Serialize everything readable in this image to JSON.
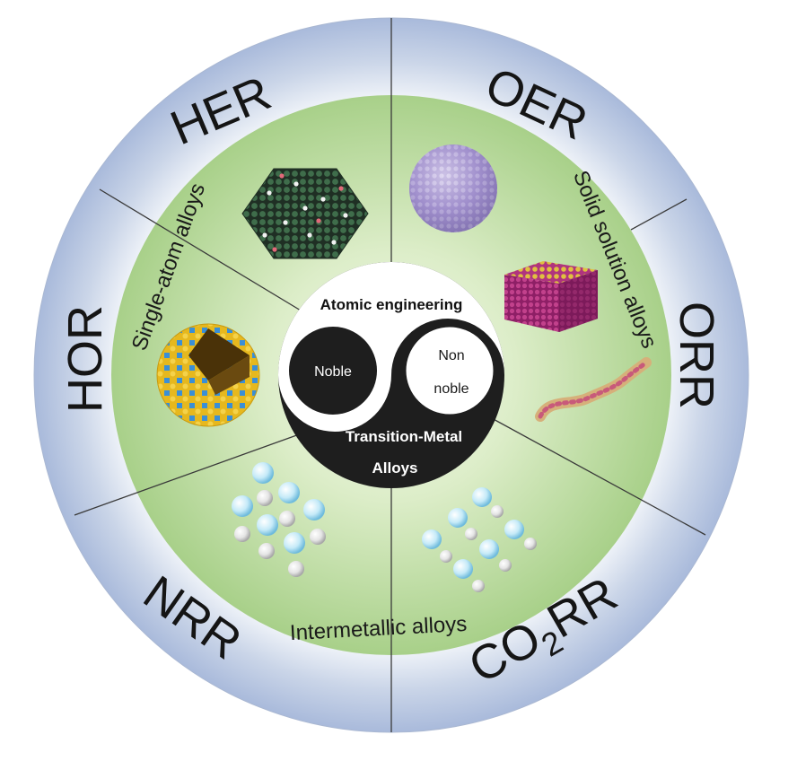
{
  "center": {
    "top_label": "Atomic engineering",
    "left_circle": "Noble",
    "right_circle_line1": "Non",
    "right_circle_line2": "noble",
    "bottom_line1": "Transition-Metal",
    "bottom_line2": "Alloys"
  },
  "reactions": {
    "her": "HER",
    "oer": "OER",
    "orr": "ORR",
    "co2rr_prefix": "CO",
    "co2rr_sub": "2",
    "co2rr_suffix": "RR",
    "nrr": "NRR",
    "hor": "HOR"
  },
  "alloy_types": {
    "single_atom": "Single-atom alloys",
    "solid_solution": "Solid solution alloys",
    "intermetallic": "Intermetallic alloys"
  },
  "colors": {
    "outer_ring": "#b4c3de",
    "green_disc": "#b9d99a",
    "center_dark": "#1e1e1e",
    "bubble_blue": "#bfe6f6",
    "bubble_grey": "#dcdcdc"
  }
}
